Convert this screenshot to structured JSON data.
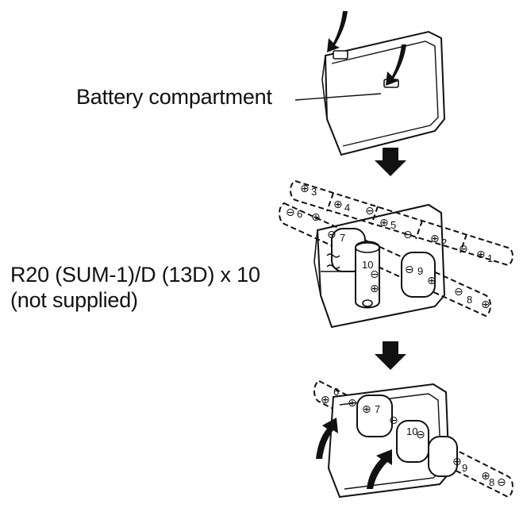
{
  "labels": {
    "battery_compartment": "Battery compartment",
    "batteries_line1": "R20 (SUM-1)/D (13D) x 10",
    "batteries_line2": "(not supplied)"
  },
  "battery_numbers": {
    "upper_row": [
      "3",
      "4",
      "5",
      "2",
      "1"
    ],
    "lower_row": [
      "6",
      "7",
      "10",
      "9",
      "8"
    ]
  },
  "polarity_symbols": {
    "plus": "⊕",
    "minus": "⊖"
  },
  "colors": {
    "line": "#111111",
    "background": "#ffffff"
  }
}
